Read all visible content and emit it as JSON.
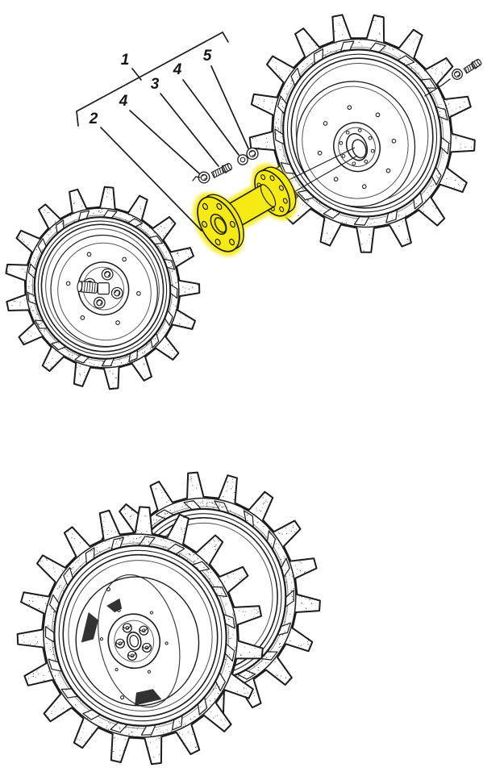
{
  "diagram": {
    "background": "#ffffff",
    "ink": "#1c1c1c",
    "highlight": "#f6ea14",
    "callouts": [
      {
        "label": "1"
      },
      {
        "label": "2"
      },
      {
        "label": "4"
      },
      {
        "label": "3"
      },
      {
        "label": "4"
      },
      {
        "label": "5"
      }
    ]
  }
}
